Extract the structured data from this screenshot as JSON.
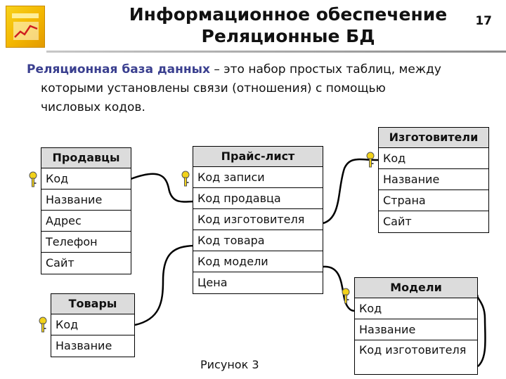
{
  "header": {
    "title_line1": "Информационное обеспечение",
    "title_line2": "Реляционные БД",
    "page_number": "17"
  },
  "definition": {
    "term": "Реляционная база данных",
    "text_part1": " – это набор простых таблиц, между",
    "text_part2": "которыми  установлены  связи  (отношения)  с  помощью",
    "text_part3": "числовых кодов."
  },
  "tables": {
    "sellers": {
      "title": "Продавцы",
      "fields": [
        "Код",
        "Название",
        "Адрес",
        "Телефон",
        "Сайт"
      ]
    },
    "goods": {
      "title": "Товары",
      "fields": [
        "Код",
        "Название"
      ]
    },
    "pricelist": {
      "title": "Прайс-лист",
      "fields": [
        "Код записи",
        "Код продавца",
        "Код изготовителя",
        "Код товара",
        "Код модели",
        "Цена"
      ]
    },
    "makers": {
      "title": "Изготовители",
      "fields": [
        "Код",
        "Название",
        "Страна",
        "Сайт"
      ]
    },
    "models": {
      "title": "Модели",
      "fields": [
        "Код",
        "Название",
        "Код изготовителя"
      ]
    }
  },
  "icons": {
    "primary_key": "key-icon",
    "logo": "logo-icon"
  },
  "colors": {
    "term": "#3a3f8f",
    "header_bg": "#dcdcdc",
    "key": "#f2d21a"
  },
  "caption": "Рисунок 3"
}
